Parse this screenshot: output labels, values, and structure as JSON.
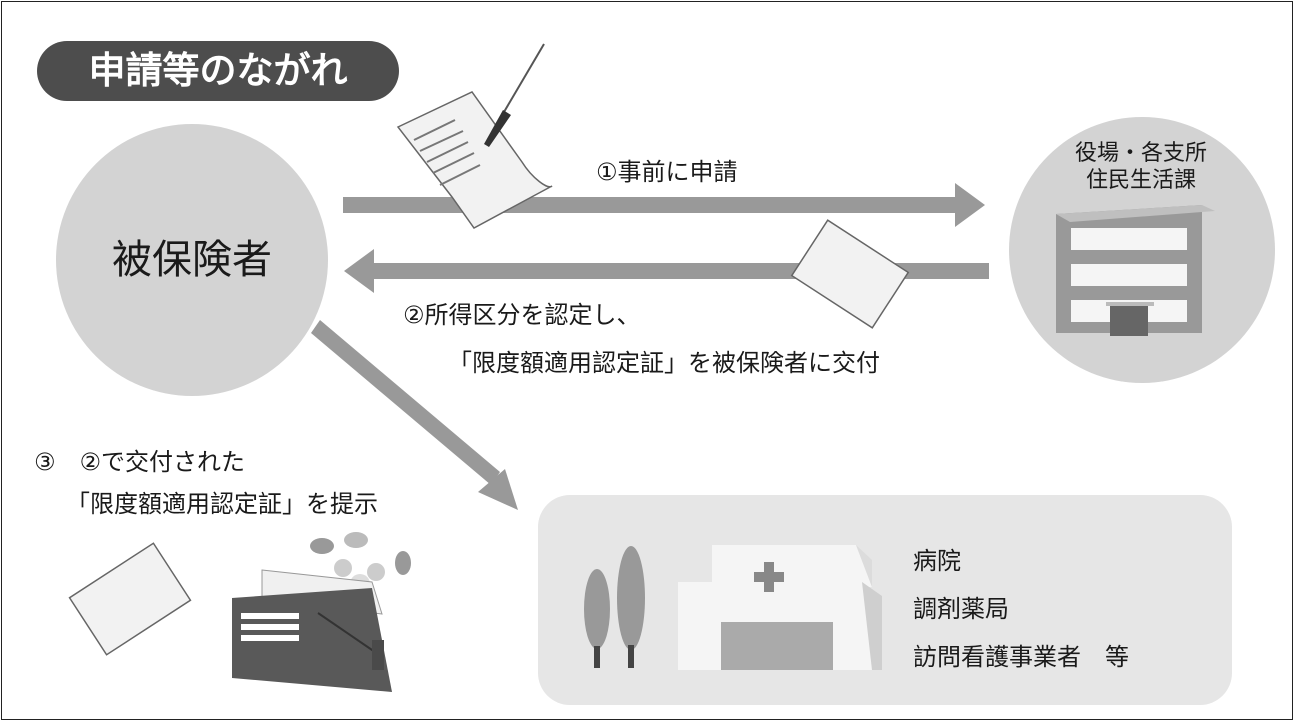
{
  "title": "申請等のながれ",
  "nodes": {
    "insured": "被保険者",
    "office_line1": "役場・各支所",
    "office_line2": "住民生活課"
  },
  "steps": {
    "step1": "①事前に申請",
    "step2_line1": "②所得区分を認定し、",
    "step2_line2": "「限度額適用認定証」を被保険者に交付",
    "step3_line1": "③　②で交付された",
    "step3_line2": "「限度額適用認定証」を提示"
  },
  "providers": [
    "病院",
    "調剤薬局",
    "訪問看護事業者　等"
  ],
  "colors": {
    "title_pill": "#4d4d4d",
    "circle": "#d3d3d3",
    "arrow": "#999999",
    "provider_box": "#e6e6e6"
  }
}
